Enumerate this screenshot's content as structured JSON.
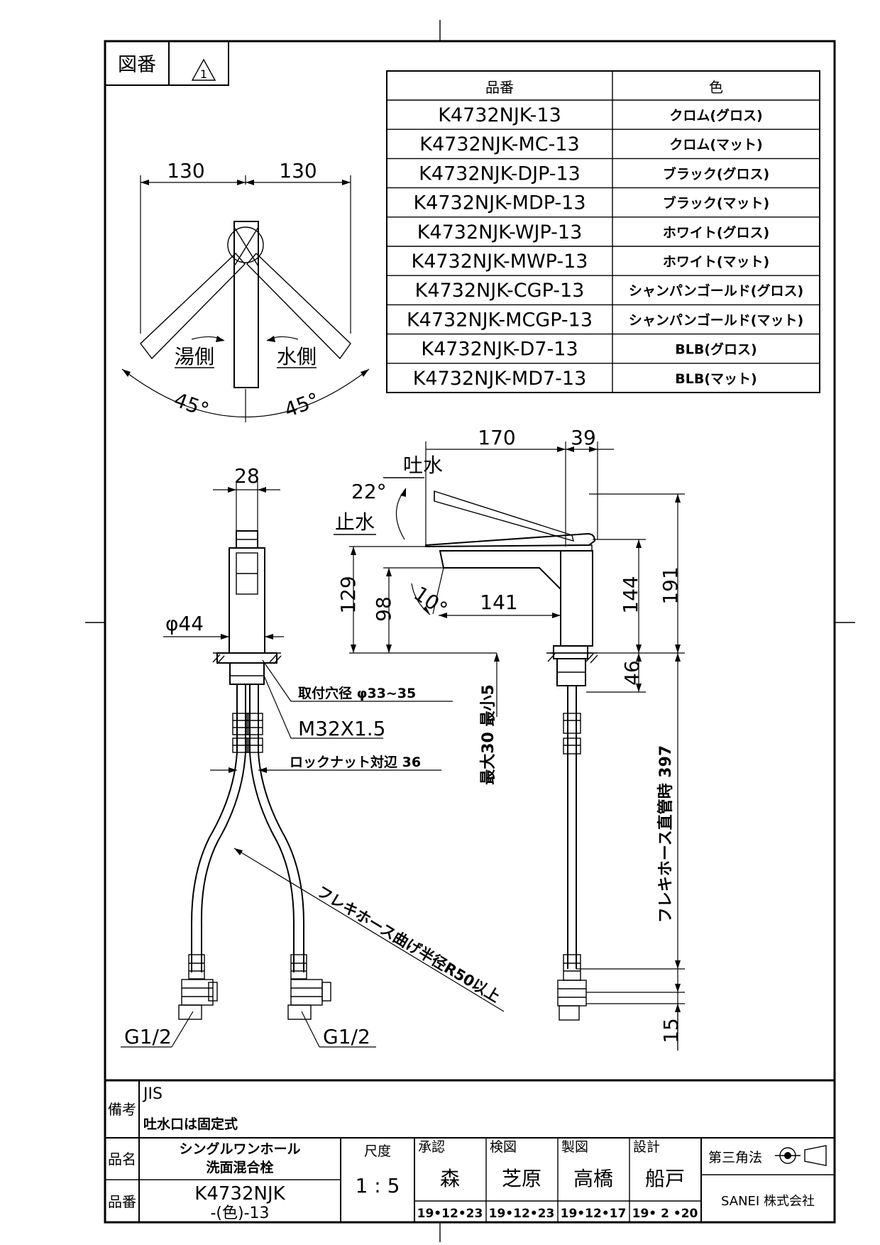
{
  "drawing_no": {
    "label": "図番",
    "revision": "1"
  },
  "color_table": {
    "header_model": "品番",
    "header_color": "色",
    "rows": [
      {
        "model": "K4732NJK-13",
        "color": "クロム(グロス)"
      },
      {
        "model": "K4732NJK-MC-13",
        "color": "クロム(マット)"
      },
      {
        "model": "K4732NJK-DJP-13",
        "color": "ブラック(グロス)"
      },
      {
        "model": "K4732NJK-MDP-13",
        "color": "ブラック(マット)"
      },
      {
        "model": "K4732NJK-WJP-13",
        "color": "ホワイト(グロス)"
      },
      {
        "model": "K4732NJK-MWP-13",
        "color": "ホワイト(マット)"
      },
      {
        "model": "K4732NJK-CGP-13",
        "color": "シャンパンゴールド(グロス)"
      },
      {
        "model": "K4732NJK-MCGP-13",
        "color": "シャンパンゴールド(マット)"
      },
      {
        "model": "K4732NJK-D7-13",
        "color": "BLB(グロス)"
      },
      {
        "model": "K4732NJK-MD7-13",
        "color": "BLB(マット)"
      }
    ]
  },
  "top_view": {
    "dim_left": "130",
    "dim_right": "130",
    "hot_side": "湯側",
    "cold_side": "水側",
    "angle_left": "45°",
    "angle_right": "45°"
  },
  "front_view": {
    "width_top": "28",
    "diameter": "φ44",
    "mount_hole": "取付穴径 φ33~35",
    "thread": "M32X1.5",
    "locknut": "ロックナット対辺 36",
    "bend_radius": "フレキホース曲げ半径R50以上",
    "g_left": "G1/2",
    "g_right": "G1/2"
  },
  "side_view": {
    "dim_170": "170",
    "dim_39": "39",
    "spout_open": "吐水",
    "angle_22": "22°",
    "spout_close": "止水",
    "dim_129": "129",
    "dim_98": "98",
    "angle_10": "10°",
    "dim_141": "141",
    "dim_144": "144",
    "dim_191": "191",
    "dim_46": "46",
    "counter_thickness": "最大30 最小5",
    "hose_length": "フレキホース直管時 397",
    "dim_15": "15"
  },
  "title_block": {
    "remarks_label": "備考",
    "remark_1": "JIS",
    "remark_2": "吐水口は固定式",
    "name_label": "品名",
    "name_line1": "シングルワンホール",
    "name_line2": "洗面混合栓",
    "model_label": "品番",
    "model_line1": "K4732NJK",
    "model_line2": "-(色)-13",
    "scale_label": "尺度",
    "scale_value": "1 : 5",
    "approved_label": "承認",
    "approved_name": "森",
    "approved_date": "19•12•23",
    "checked_label": "検図",
    "checked_name": "芝原",
    "checked_date": "19•12•23",
    "drawn_label": "製図",
    "drawn_name": "高橋",
    "drawn_date": "19•12•17",
    "designed_label": "設計",
    "designed_name": "船戸",
    "designed_date": "19• 2 •20",
    "projection": "第三角法",
    "company": "SANEI 株式会社"
  }
}
